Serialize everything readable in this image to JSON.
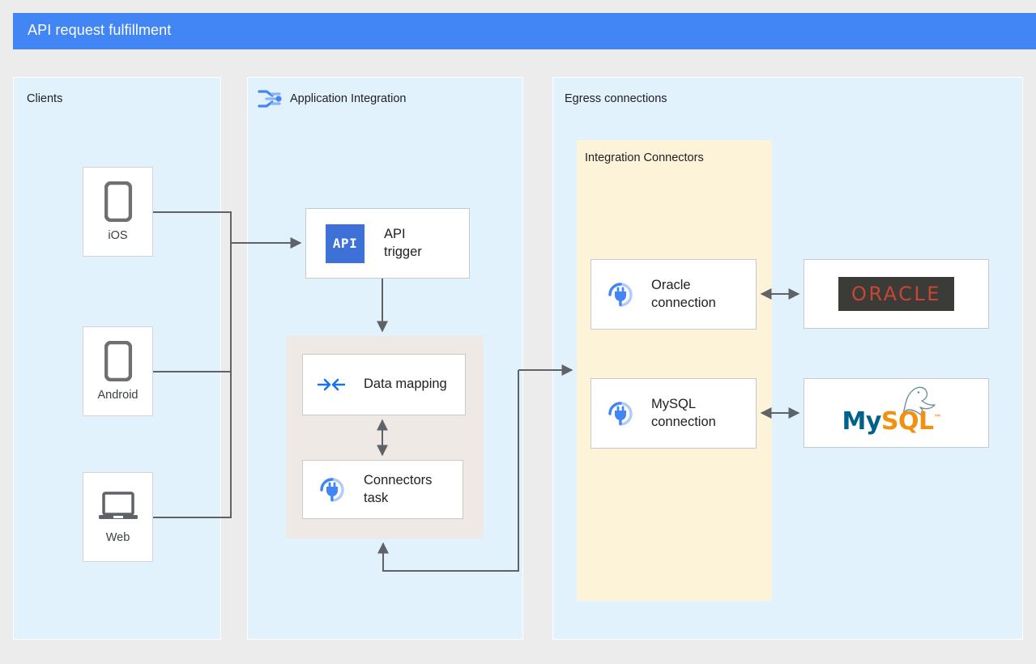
{
  "header": {
    "title": "API request fulfillment",
    "color": "#4285f4"
  },
  "panels": {
    "clients": {
      "label": "Clients"
    },
    "application_integration": {
      "label": "Application Integration",
      "icon": "application-integration-icon"
    },
    "egress": {
      "label": "Egress connections"
    },
    "integration_connectors": {
      "label": "Integration Connectors",
      "color": "#fdf3d8"
    }
  },
  "clients": [
    {
      "name": "iOS",
      "icon": "mobile-phone-icon"
    },
    {
      "name": "Android",
      "icon": "mobile-phone-icon"
    },
    {
      "name": "Web",
      "icon": "laptop-icon"
    }
  ],
  "integration_nodes": [
    {
      "label": "API\ntrigger",
      "icon": "api-trigger-icon"
    },
    {
      "label": "Data mapping",
      "icon": "data-mapping-icon"
    },
    {
      "label": "Connectors\ntask",
      "icon": "connectors-plug-icon"
    }
  ],
  "connections": [
    {
      "label": "Oracle\nconnection",
      "icon": "connectors-plug-icon"
    },
    {
      "label": "MySQL\nconnection",
      "icon": "connectors-plug-icon"
    }
  ],
  "backends": [
    {
      "name": "ORACLE",
      "icon": "oracle-logo",
      "text_color": "#c74634",
      "badge_color": "#3b3b38"
    },
    {
      "name": "MySQL",
      "icon": "mysql-logo",
      "brand_primary": "#00618a",
      "brand_accent": "#f29111",
      "trademark": "™"
    }
  ],
  "colors": {
    "panel_fill": "#e1f2fd",
    "subpanel_fill": "#fdf3d8",
    "task_group_fill": "#efe9e6",
    "wire": "#5f6368",
    "accent_blue": "#4285f4"
  }
}
